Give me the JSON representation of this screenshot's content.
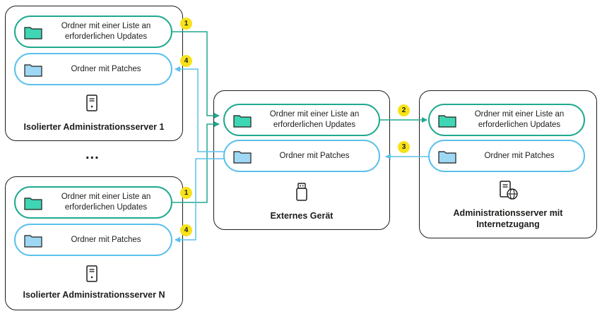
{
  "colors": {
    "green": "#1fa98f",
    "blue": "#5bc0ec",
    "badge": "#f7e21a",
    "folder_green": "#3fd6b4",
    "folder_blue": "#9fd8f5"
  },
  "panels": {
    "server1": {
      "folder_updates": "Ordner mit einer Liste an erforderlichen Updates",
      "folder_patches": "Ordner mit Patches",
      "caption": "Isolierter Administrationsserver 1",
      "icon": "server-icon"
    },
    "ellipsis": "...",
    "serverN": {
      "folder_updates": "Ordner mit einer Liste an erforderlichen Updates",
      "folder_patches": "Ordner mit Patches",
      "caption": "Isolierter Administrationsserver N",
      "icon": "server-icon"
    },
    "external": {
      "folder_updates": "Ordner mit einer Liste an erforderlichen Updates",
      "folder_patches": "Ordner mit Patches",
      "caption": "Externes Gerät",
      "icon": "usb-drive-icon"
    },
    "internet": {
      "folder_updates": "Ordner mit einer Liste an erforderlichen Updates",
      "folder_patches": "Ordner mit Patches",
      "caption": "Administrationsserver mit Internetzugang",
      "icon": "server-globe-icon"
    }
  },
  "badges": {
    "b1": "1",
    "b2": "2",
    "b3": "3",
    "b4": "4"
  }
}
